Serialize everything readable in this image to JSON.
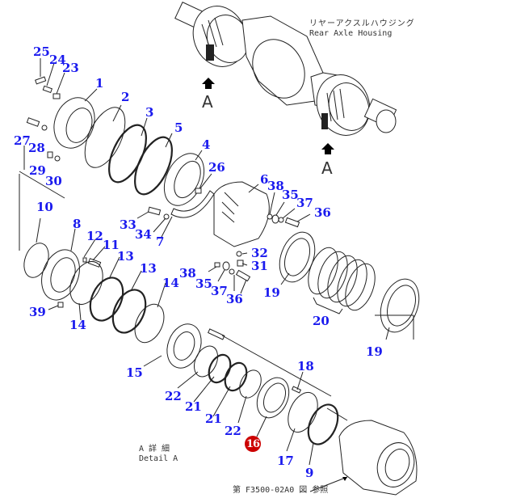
{
  "title_jp": "リヤーアクスルハウジング",
  "title_en": "Rear Axle Housing",
  "view_marker": "A",
  "detail_jp": "A 詳 細",
  "detail_en": "Detail A",
  "reference_note": "第 F3500-02A0 図 参照",
  "colors": {
    "callout": "#1a1aee",
    "highlight_badge": "#cc0000",
    "line": "#222222"
  },
  "callouts": {
    "c1": "1",
    "c2": "2",
    "c3": "3",
    "c4": "4",
    "c5": "5",
    "c6": "6",
    "c7": "7",
    "c8": "8",
    "c9": "9",
    "c10": "10",
    "c11": "11",
    "c12": "12",
    "c13a": "13",
    "c13b": "13",
    "c14a": "14",
    "c14b": "14",
    "c15": "15",
    "c16": "16",
    "c17": "17",
    "c18": "18",
    "c19a": "19",
    "c19b": "19",
    "c20": "20",
    "c21a": "21",
    "c21b": "21",
    "c22a": "22",
    "c22b": "22",
    "c23": "23",
    "c24": "24",
    "c25": "25",
    "c26": "26",
    "c27": "27",
    "c28": "28",
    "c29": "29",
    "c30": "30",
    "c31": "31",
    "c32": "32",
    "c33": "33",
    "c34": "34",
    "c35a": "35",
    "c35b": "35",
    "c36a": "36",
    "c36b": "36",
    "c37a": "37",
    "c37b": "37",
    "c38a": "38",
    "c38b": "38",
    "c39": "39"
  },
  "highlighted_part": "16"
}
